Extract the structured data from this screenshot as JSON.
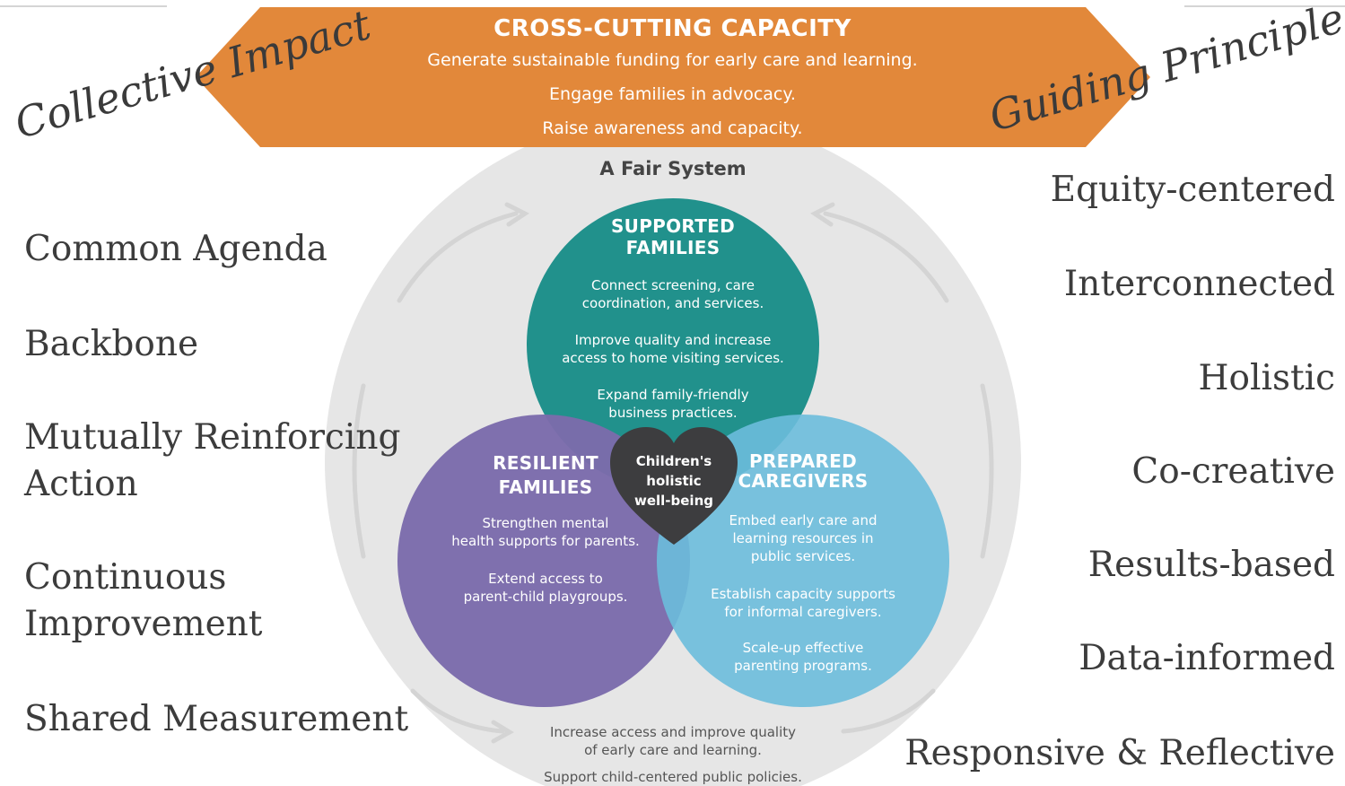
{
  "banner": {
    "title": "CROSS-CUTTING CAPACITY",
    "lines": [
      "Generate sustainable funding for early care and learning.",
      "Engage families in advocacy.",
      "Raise awareness and capacity."
    ]
  },
  "collective_impact": {
    "heading": "Collective Impact",
    "items": [
      "Common Agenda",
      "Backbone",
      "Mutually Reinforcing\nAction",
      "Continuous\nImprovement",
      "Shared Measurement"
    ]
  },
  "guiding_principles": {
    "heading": "Guiding Principles",
    "items": [
      "Equity-centered",
      "Interconnected",
      "Holistic",
      "Co-creative",
      "Results-based",
      "Data-informed",
      "Responsive & Reflective"
    ]
  },
  "system": {
    "title": "A Fair System",
    "bottom_lines": [
      "Increase access and improve quality\nof early care and learning.",
      "Support child-centered public policies."
    ]
  },
  "circles": {
    "supported": {
      "title": "SUPPORTED\nFAMILIES",
      "lines": [
        "Connect screening, care\ncoordination, and services.",
        "Improve quality and increase\naccess to home visiting services.",
        "Expand family-friendly\nbusiness practices."
      ]
    },
    "resilient": {
      "title": "RESILIENT\nFAMILIES",
      "lines": [
        "Strengthen mental\nhealth supports for parents.",
        "Extend access to\nparent-child playgroups."
      ]
    },
    "prepared": {
      "title": "PREPARED\nCAREGIVERS",
      "lines": [
        "Embed early care and\nlearning resources in\npublic services.",
        "Establish capacity supports\nfor informal caregivers.",
        "Scale-up effective\nparenting programs."
      ]
    }
  },
  "heart": {
    "text": "Children's\nholistic\nwell-being"
  },
  "colors": {
    "banner": "#e2883a",
    "teal": "#21918c",
    "purple": "#7b6bab",
    "blue": "#6cbcdc",
    "heart": "#3d3d3f",
    "outer_circle": "#e6e6e6"
  }
}
